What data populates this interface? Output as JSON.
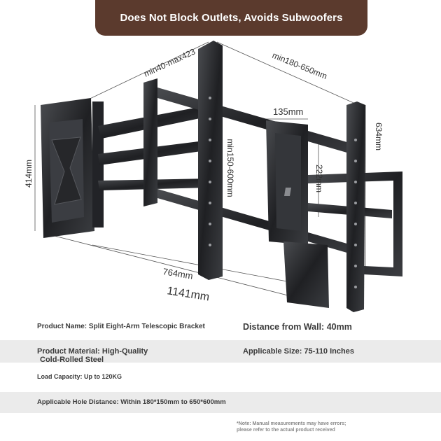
{
  "banner": {
    "title": "Does Not Block Outlets, Avoids Subwoofers"
  },
  "dimensions": {
    "arm_extension": "min40-max423",
    "hole_span_horizontal": "min180-650mm",
    "bracket_width": "135mm",
    "height_left": "414mm",
    "height_right": "634mm",
    "hole_span_vertical": "min150-600mm",
    "plate_height": "222mm",
    "rail_length": "764mm",
    "overall_length": "1141mm"
  },
  "specs": {
    "product_name": "Product Name: Split Eight-Arm Telescopic Bracket",
    "distance_from_wall": "Distance from Wall: 40mm",
    "material_line1": "Product Material: High-Quality",
    "material_line2": "Cold-Rolled Steel",
    "applicable_size": "Applicable Size: 75-110 Inches",
    "load_capacity": "Load Capacity: Up to 120KG",
    "hole_distance": "Applicable Hole Distance: Within 180*150mm to 650*600mm"
  },
  "note": {
    "line1": "*Note: Manual measurements may have errors;",
    "line2": "please refer to the actual product received"
  },
  "colors": {
    "banner": "#5b3a2d",
    "shade": "#ebebeb",
    "metal": "#2a2b2e"
  }
}
